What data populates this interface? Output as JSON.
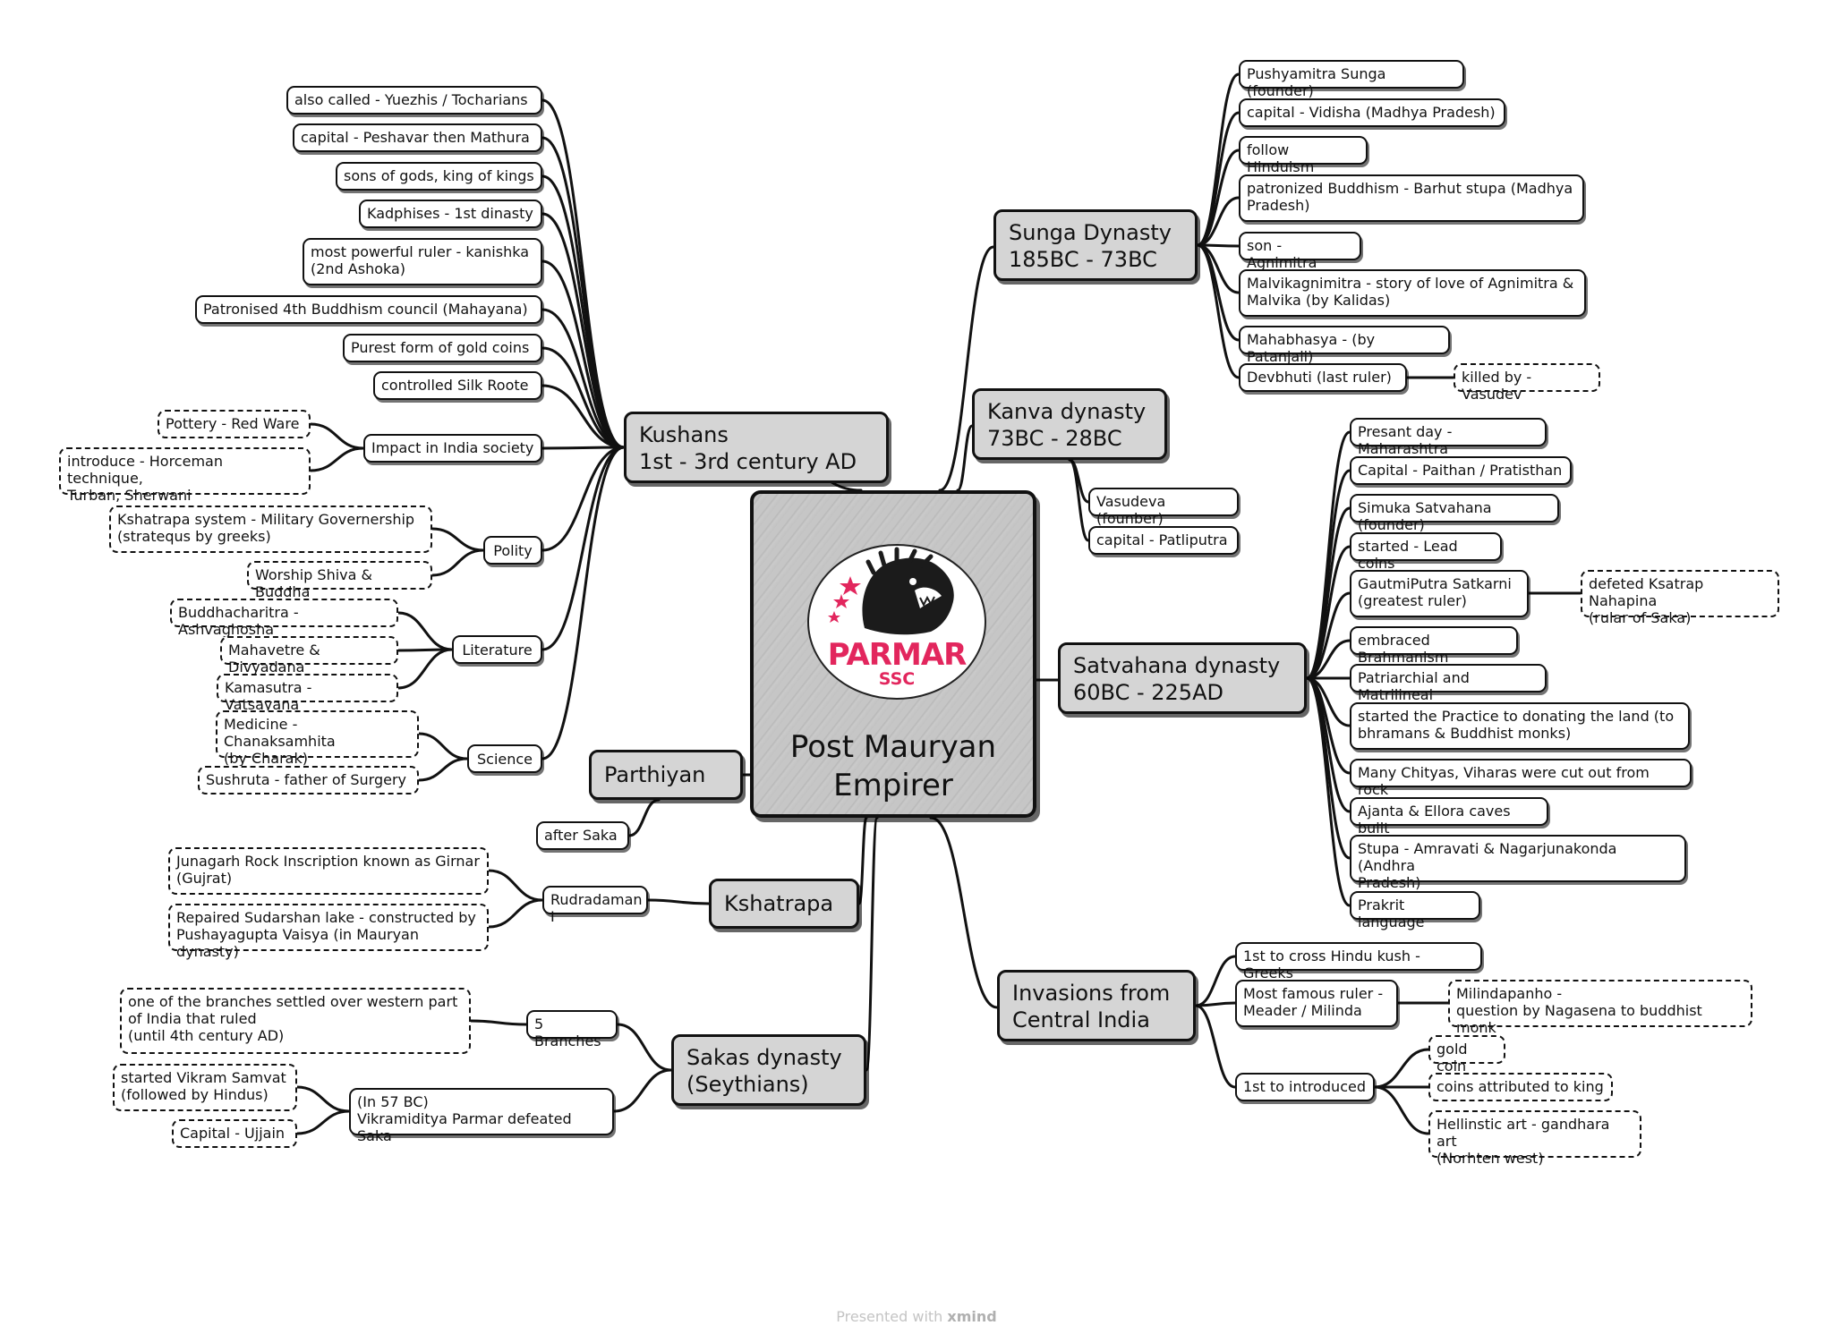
{
  "central": {
    "title": "Post Mauryan\nEmpirer",
    "logo": {
      "brand": "PARMAR",
      "sub": "SSC",
      "icon": "roaring-lion-icon",
      "accent": "#e2265d"
    }
  },
  "topics": {
    "kushans": {
      "label": "Kushans\n1st - 3rd century AD",
      "items": {
        "also_called": "also called - Yuezhis / Tocharians",
        "capital": "capital - Peshavar then Mathura",
        "sons": "sons of gods, king of kings",
        "kadphises": "Kadphises - 1st dinasty",
        "powerful": "most powerful ruler - kanishka\n(2nd Ashoka)",
        "council": "Patronised 4th Buddhism council  (Mahayana)",
        "gold": "Purest form of gold coins",
        "silk": "controlled Silk Roote",
        "impact": "Impact in India society",
        "pottery": "Pottery - Red Ware",
        "horseman": "introduce - Horceman technique,\nTurban, Sherwani",
        "polity": "Polity",
        "kshatrapa_sys": "Kshatrapa system - Military Governership\n(stratequs by greeks)",
        "worship": "Worship Shiva & Buddha",
        "literature": "Literature",
        "buddhacharita": "Buddhacharitra - Ashvaghosha",
        "mahavetre": "Mahavetre & Divyadana",
        "kamasutra": "Kamasutra - Vatsayana",
        "science": "Science",
        "medicine": "Medicine - Chanaksamhita\n(by Charak)",
        "sushruta": "Sushruta - father of Surgery"
      }
    },
    "sunga": {
      "label": "Sunga Dynasty\n185BC - 73BC",
      "items": {
        "founder": "Pushyamitra Sunga (founder)",
        "capital": "capital - Vidisha  (Madhya Pradesh)",
        "hinduism": "follow Hinduism",
        "buddhism": "patronized Buddhism - Barhut stupa (Madhya\nPradesh)",
        "son": "son - Agnimitra",
        "malvika": "Malvikagnimitra - story of love of Agnimitra &\nMalvika  (by Kalidas)",
        "mahabhasya": "Mahabhasya - (by Patanjali)",
        "devbhuti": "Devbhuti (last ruler)",
        "killed": "killed by - Vasudev"
      }
    },
    "kanva": {
      "label": "Kanva dynasty\n73BC - 28BC",
      "items": {
        "founder": "Vasudeva (founber)",
        "capital": "capital - Patliputra"
      }
    },
    "satvahana": {
      "label": "Satvahana dynasty\n60BC - 225AD",
      "items": {
        "present": "Presant day - Maharashtra",
        "capital": "Capital - Paithan / Pratisthan",
        "founder": "Simuka Satvahana (founder)",
        "lead": "started - Lead coins",
        "gautami": "GautmiPutra Satkarni\n(greatest ruler)",
        "defeated": "defeted Ksatrap Nahapina\n(rular of Saka)",
        "brahmanism": "embraced Brahmanism",
        "patriarchial": "Patriarchial and Matrilineal",
        "land": "started the Practice to donating the land (to\nbhramans & Buddhist monks)",
        "chityas": "Many Chityas, Viharas were cut out from rock",
        "ajanta": "Ajanta & Ellora caves built",
        "stupa": "Stupa - Amravati & Nagarjunakonda  (Andhra\nPradesh)",
        "prakrit": "Prakrit  language"
      }
    },
    "invasions": {
      "label": "Invasions from\nCentral India",
      "items": {
        "greeks": "1st to cross Hindu kush - Greeks",
        "meader": "Most famous ruler -\nMeader / Milinda",
        "milinda": "Milindapanho -\nquestion by Nagasena to buddhist monk",
        "introduced": "1st to introduced",
        "gold": "gold coin",
        "coins": "coins attributed to king",
        "hellenistic": "Hellinstic art - gandhara art\n(Norhten west)"
      }
    },
    "parthiyan": {
      "label": "Parthiyan",
      "items": {
        "after": "after Saka"
      }
    },
    "kshatrapa": {
      "label": "Kshatrapa",
      "items": {
        "rudradaman": "Rudradaman I",
        "junagarh": "Junagarh Rock Inscription known as Girnar\n(Gujrat)",
        "repaired": "Repaired Sudarshan lake - constructed by\nPushayagupta Vaisya (in Mauryan dynasty)"
      }
    },
    "sakas": {
      "label": "Sakas dynasty\n(Seythians)",
      "items": {
        "branches": "5 Branches",
        "branch_detail": "one of the branches settled over western part\nof India that ruled\n(until 4th century AD)",
        "vikram": "(In 57 BC)\nVikramiditya Parmar defeated Saka",
        "samvat": "started Vikram Samvat\n(followed by Hindus)",
        "ujjain": "Capital - Ujjain"
      }
    }
  },
  "footer": {
    "prefix": "Presented with ",
    "brand": "xmind"
  }
}
